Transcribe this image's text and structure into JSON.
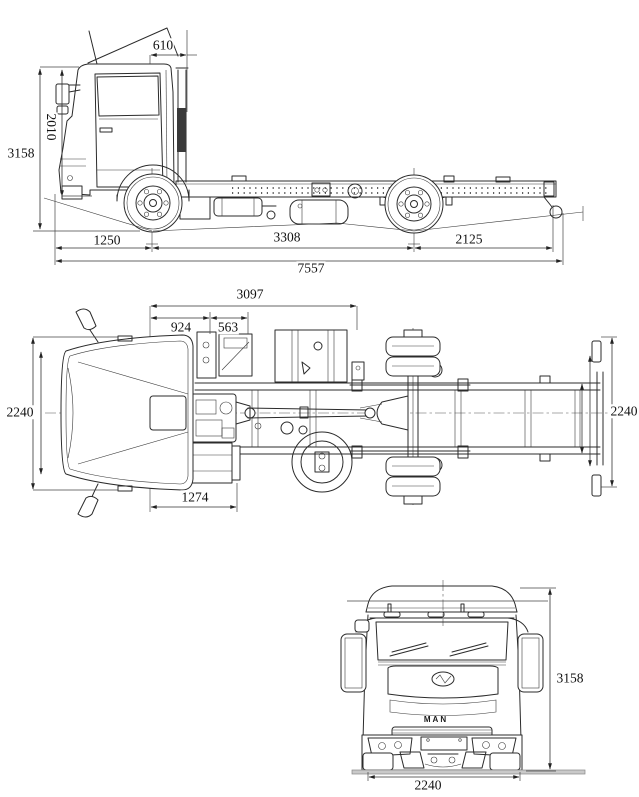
{
  "side_view": {
    "dim_cab_tilt": "610",
    "dim_cab_height": "2010",
    "dim_overall_height": "3158",
    "dim_front_overhang": "1250",
    "dim_wheelbase": "3308",
    "dim_rear_overhang": "2125",
    "dim_overall_length": "7557"
  },
  "top_view": {
    "dim_behind_cab_total": "3097",
    "dim_behind_cab_a": "924",
    "dim_behind_cab_b": "563",
    "dim_overall_width_left": "2240",
    "dim_overall_width_right": "2240",
    "dim_cab_equipment": "1274"
  },
  "front_view": {
    "badge": "MAN",
    "dim_overall_height": "3158",
    "dim_overall_width": "2240"
  }
}
